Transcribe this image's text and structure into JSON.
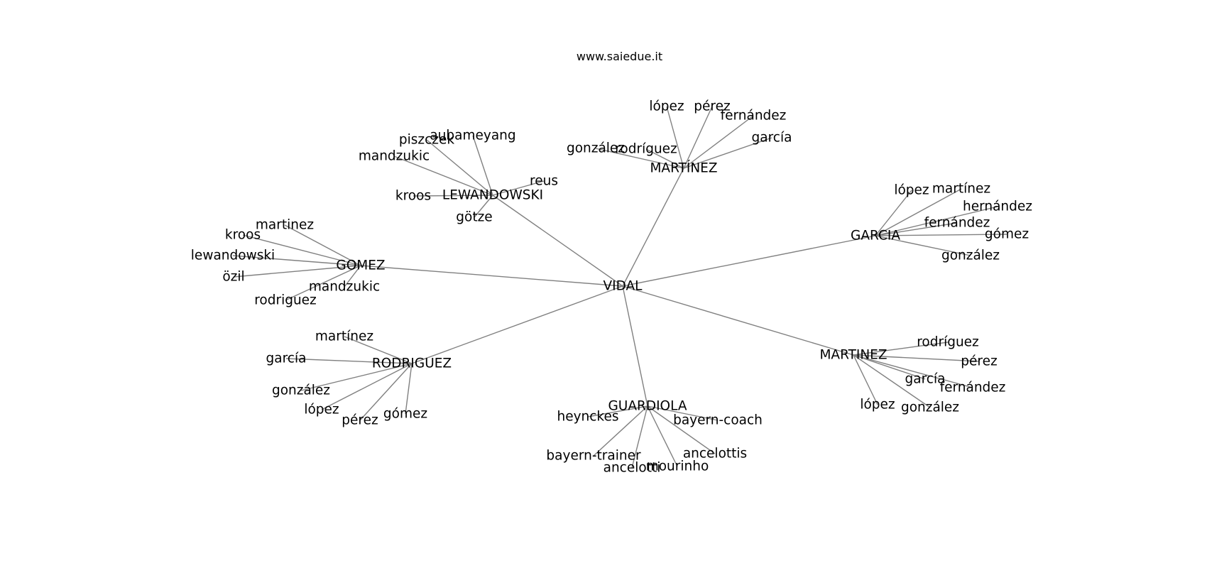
{
  "title": "www.saiedue.it",
  "graph": {
    "root": "VIDAL",
    "nodes": [
      {
        "id": "vidal",
        "label": "VIDAL"
      },
      {
        "id": "martinez_top",
        "label": "MARTÍNEZ"
      },
      {
        "id": "lewandowski",
        "label": "LEWANDOWSKI"
      },
      {
        "id": "gomez",
        "label": "GOMEZ"
      },
      {
        "id": "rodriguez",
        "label": "RODRIGUEZ"
      },
      {
        "id": "guardiola",
        "label": "GUARDIOLA"
      },
      {
        "id": "martinez",
        "label": "MARTINEZ"
      },
      {
        "id": "garcia",
        "label": "GARCIA"
      },
      {
        "id": "mt_lopez",
        "label": "lópez"
      },
      {
        "id": "mt_perez",
        "label": "pérez"
      },
      {
        "id": "mt_fernandez",
        "label": "fernández"
      },
      {
        "id": "mt_garcia",
        "label": "garcía"
      },
      {
        "id": "mt_gonzalez",
        "label": "gonzález"
      },
      {
        "id": "mt_rodriguez",
        "label": "rodríguez"
      },
      {
        "id": "lw_aubameyang",
        "label": "aubameyang"
      },
      {
        "id": "lw_piszczek",
        "label": "piszczek"
      },
      {
        "id": "lw_mandzukic",
        "label": "mandzukic"
      },
      {
        "id": "lw_reus",
        "label": "reus"
      },
      {
        "id": "lw_kroos",
        "label": "kroos"
      },
      {
        "id": "lw_gotze",
        "label": "götze"
      },
      {
        "id": "gm_martinez",
        "label": "martinez"
      },
      {
        "id": "gm_kroos",
        "label": "kroos"
      },
      {
        "id": "gm_lewandowski",
        "label": "lewandowski"
      },
      {
        "id": "gm_ozil",
        "label": "özil"
      },
      {
        "id": "gm_mandzukic",
        "label": "mandzukic"
      },
      {
        "id": "gm_rodriguez",
        "label": "rodriguez"
      },
      {
        "id": "rd_martinez",
        "label": "martínez"
      },
      {
        "id": "rd_garcia",
        "label": "garcía"
      },
      {
        "id": "rd_gonzalez",
        "label": "gonzález"
      },
      {
        "id": "rd_lopez",
        "label": "lópez"
      },
      {
        "id": "rd_perez",
        "label": "pérez"
      },
      {
        "id": "rd_gomez",
        "label": "gómez"
      },
      {
        "id": "gd_heynckes",
        "label": "heynckes"
      },
      {
        "id": "gd_bayern_coach",
        "label": "bayern-coach"
      },
      {
        "id": "gd_bayern_trainer",
        "label": "bayern-trainer"
      },
      {
        "id": "gd_ancelottis",
        "label": "ancelottis"
      },
      {
        "id": "gd_ancelotti",
        "label": "ancelotti"
      },
      {
        "id": "gd_mourinho",
        "label": "mourinho"
      },
      {
        "id": "mz_rodriguez",
        "label": "rodríguez"
      },
      {
        "id": "mz_perez",
        "label": "pérez"
      },
      {
        "id": "mz_garcia",
        "label": "garcía"
      },
      {
        "id": "mz_fernandez",
        "label": "fernández"
      },
      {
        "id": "mz_lopez",
        "label": "lópez"
      },
      {
        "id": "mz_gonzalez",
        "label": "gonzález"
      },
      {
        "id": "gc_lopez",
        "label": "lópez"
      },
      {
        "id": "gc_martinez",
        "label": "martínez"
      },
      {
        "id": "gc_hernandez",
        "label": "hernández"
      },
      {
        "id": "gc_fernandez",
        "label": "fernández"
      },
      {
        "id": "gc_gomez",
        "label": "gómez"
      },
      {
        "id": "gc_gonzalez",
        "label": "gonzález"
      }
    ],
    "edges": [
      [
        "vidal",
        "martinez_top"
      ],
      [
        "vidal",
        "lewandowski"
      ],
      [
        "vidal",
        "gomez"
      ],
      [
        "vidal",
        "rodriguez"
      ],
      [
        "vidal",
        "guardiola"
      ],
      [
        "vidal",
        "martinez"
      ],
      [
        "vidal",
        "garcia"
      ],
      [
        "martinez_top",
        "mt_lopez"
      ],
      [
        "martinez_top",
        "mt_perez"
      ],
      [
        "martinez_top",
        "mt_fernandez"
      ],
      [
        "martinez_top",
        "mt_garcia"
      ],
      [
        "martinez_top",
        "mt_gonzalez"
      ],
      [
        "martinez_top",
        "mt_rodriguez"
      ],
      [
        "lewandowski",
        "lw_aubameyang"
      ],
      [
        "lewandowski",
        "lw_piszczek"
      ],
      [
        "lewandowski",
        "lw_mandzukic"
      ],
      [
        "lewandowski",
        "lw_reus"
      ],
      [
        "lewandowski",
        "lw_kroos"
      ],
      [
        "lewandowski",
        "lw_gotze"
      ],
      [
        "gomez",
        "gm_martinez"
      ],
      [
        "gomez",
        "gm_kroos"
      ],
      [
        "gomez",
        "gm_lewandowski"
      ],
      [
        "gomez",
        "gm_ozil"
      ],
      [
        "gomez",
        "gm_mandzukic"
      ],
      [
        "gomez",
        "gm_rodriguez"
      ],
      [
        "rodriguez",
        "rd_martinez"
      ],
      [
        "rodriguez",
        "rd_garcia"
      ],
      [
        "rodriguez",
        "rd_gonzalez"
      ],
      [
        "rodriguez",
        "rd_lopez"
      ],
      [
        "rodriguez",
        "rd_perez"
      ],
      [
        "rodriguez",
        "rd_gomez"
      ],
      [
        "guardiola",
        "gd_heynckes"
      ],
      [
        "guardiola",
        "gd_bayern_coach"
      ],
      [
        "guardiola",
        "gd_bayern_trainer"
      ],
      [
        "guardiola",
        "gd_ancelottis"
      ],
      [
        "guardiola",
        "gd_ancelotti"
      ],
      [
        "guardiola",
        "gd_mourinho"
      ],
      [
        "martinez",
        "mz_rodriguez"
      ],
      [
        "martinez",
        "mz_perez"
      ],
      [
        "martinez",
        "mz_garcia"
      ],
      [
        "martinez",
        "mz_fernandez"
      ],
      [
        "martinez",
        "mz_lopez"
      ],
      [
        "martinez",
        "mz_gonzalez"
      ],
      [
        "garcia",
        "gc_lopez"
      ],
      [
        "garcia",
        "gc_martinez"
      ],
      [
        "garcia",
        "gc_hernandez"
      ],
      [
        "garcia",
        "gc_fernandez"
      ],
      [
        "garcia",
        "gc_gomez"
      ],
      [
        "garcia",
        "gc_gonzalez"
      ]
    ]
  }
}
